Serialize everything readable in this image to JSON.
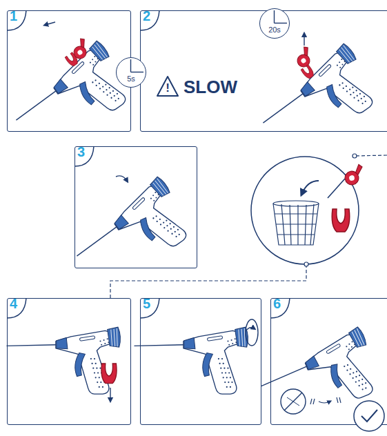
{
  "diagram": {
    "nodes": [
      {
        "text": [
          "1"
        ]
      },
      {
        "text": [
          "5s"
        ]
      },
      {
        "text": [
          "2",
          "SLOW"
        ]
      },
      {
        "text": [
          "20s"
        ],
        "in": 2
      },
      {
        "text": [
          "!"
        ],
        "in": 2
      },
      {
        "text": [
          "3"
        ]
      },
      {
        "text": [
          "4"
        ]
      },
      {
        "text": [
          "5"
        ]
      },
      {
        "text": [
          "6"
        ]
      }
    ]
  }
}
